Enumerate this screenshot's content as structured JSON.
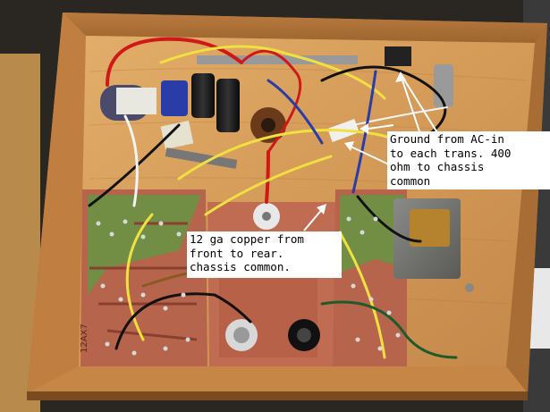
{
  "annotations": {
    "ground": {
      "lines": [
        "Ground from AC-in",
        "to each trans. 400",
        "ohm to chassis",
        "common"
      ]
    },
    "copper": {
      "lines": [
        "12 ga copper from",
        "front to rear.",
        "chassis common."
      ]
    }
  },
  "board_label": "12AX7",
  "colors": {
    "background": "#2a2622",
    "wood_frame": "#c98a4a",
    "wood_floor": "#d9a05c",
    "copper_board": "#b8604a",
    "pcb_green": "#5c8a3e",
    "wire_yellow": "#f0e040",
    "wire_red": "#d01818",
    "wire_black": "#111111",
    "wire_blue": "#2a3ca8",
    "annotation_bg": "#ffffff"
  }
}
